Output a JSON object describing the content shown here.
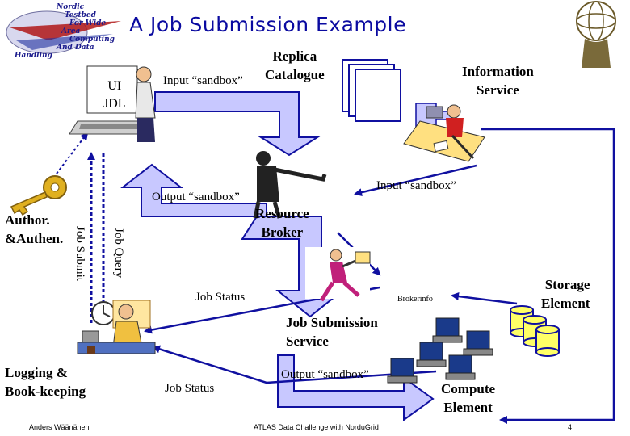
{
  "slide": {
    "title": "A Job Submission Example",
    "logo_text": [
      "Nordic",
      "Testbed",
      "For Wide",
      "Area",
      "Computing",
      "And Data",
      "Handling"
    ],
    "footer": {
      "author": "Anders Wäänänen",
      "event": "ATLAS Data Challenge with NorduGrid",
      "page": "4"
    }
  },
  "labels": {
    "ui_jdl": [
      "UI",
      "JDL"
    ],
    "input_sandbox_top": "Input “sandbox”",
    "replica_catalogue": [
      "Replica",
      "Catalogue"
    ],
    "information_service": [
      "Information",
      "Service"
    ],
    "input_sandbox_right": "Input “sandbox”",
    "output_sandbox_left": "Output “sandbox”",
    "resource_broker": [
      "Resource",
      "Broker"
    ],
    "author": [
      "Author.",
      "&Authen."
    ],
    "job_submit": "Job Submit",
    "job_query": "Job Query",
    "job_status_mid": "Job Status",
    "brokerinfo": "Brokerinfo",
    "storage_element": [
      "Storage",
      "Element"
    ],
    "job_submission_service": [
      "Job Submission",
      "Service"
    ],
    "logging": [
      "Logging &",
      "Book-keeping"
    ],
    "job_status_bottom": "Job Status",
    "output_sandbox_bottom": "Output “sandbox”",
    "compute_element": [
      "Compute",
      "Element"
    ]
  },
  "colors": {
    "title": "#0a0aa0",
    "arrow_fill": "#c8c8ff",
    "arrow_stroke": "#1010a0",
    "line": "#1010a0",
    "storage_fill": "#ffff66",
    "logo_text": "#1a1a8c"
  },
  "icons": [
    "globe-logo-icon",
    "atlas-statue-icon",
    "computer-user-icon",
    "documents-icon",
    "key-icon",
    "presenter-icon",
    "office-worker-icon",
    "clock-icon",
    "runner-icon",
    "database-icon",
    "computer-icon"
  ]
}
